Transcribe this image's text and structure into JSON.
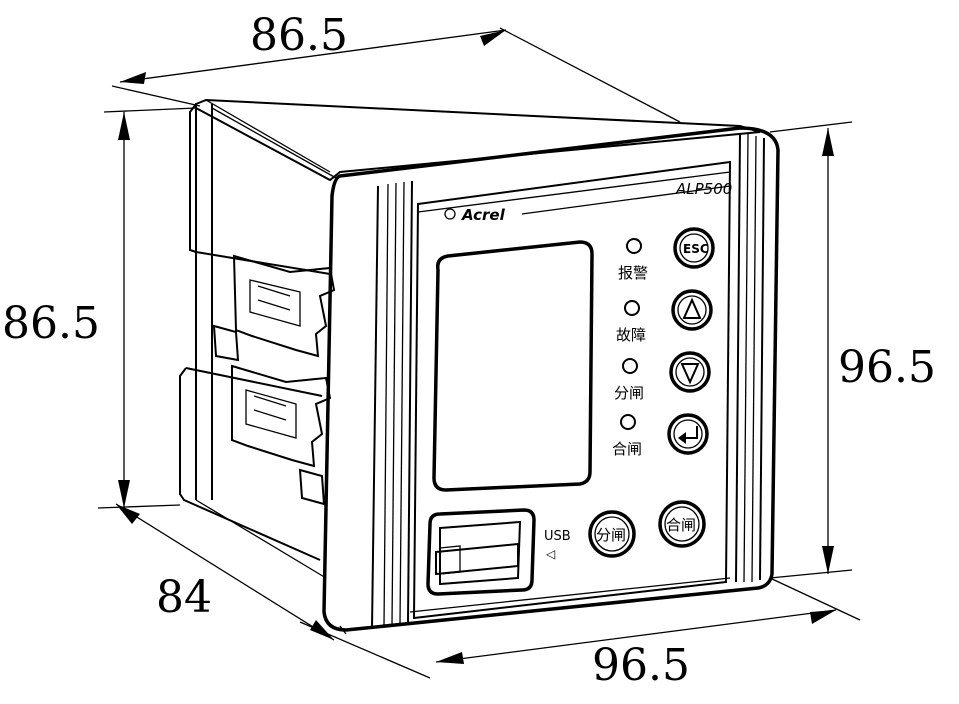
{
  "dimensions": {
    "top_width": "86.5",
    "left_height": "86.5",
    "right_height": "96.5",
    "bottom_width": "96.5",
    "depth": "84"
  },
  "device": {
    "brand": "Acrel",
    "model": "ALP500",
    "indicators": [
      {
        "label": "报警"
      },
      {
        "label": "故障"
      },
      {
        "label": "分闸"
      },
      {
        "label": "合闸"
      }
    ],
    "buttons": [
      {
        "label": "ESC",
        "icon": "esc-button-icon"
      },
      {
        "label": "",
        "icon": "up-triangle-icon"
      },
      {
        "label": "",
        "icon": "down-triangle-icon"
      },
      {
        "label": "",
        "icon": "enter-return-icon"
      }
    ],
    "bottom_buttons": [
      {
        "label": "分闸"
      },
      {
        "label": "合闸"
      }
    ],
    "usb_label": "USB",
    "usb_arrow": "◁"
  }
}
